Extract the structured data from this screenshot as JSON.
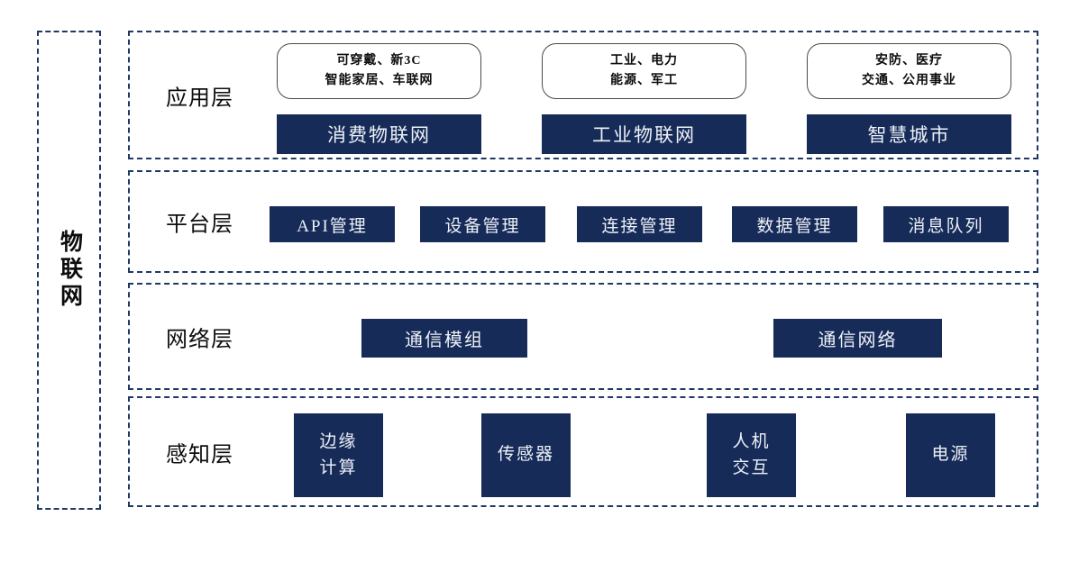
{
  "diagram": {
    "title": "物联网",
    "colors": {
      "navy_box": "#172b58",
      "dashed_border": "#1f3864"
    },
    "layers": [
      {
        "label": "应用层",
        "columns": [
          {
            "tag_line1": "可穿戴、新3C",
            "tag_line2": "智能家居、车联网",
            "box": "消费物联网"
          },
          {
            "tag_line1": "工业、电力",
            "tag_line2": "能源、军工",
            "box": "工业物联网"
          },
          {
            "tag_line1": "安防、医疗",
            "tag_line2": "交通、公用事业",
            "box": "智慧城市"
          }
        ]
      },
      {
        "label": "平台层",
        "boxes": [
          "API管理",
          "设备管理",
          "连接管理",
          "数据管理",
          "消息队列"
        ]
      },
      {
        "label": "网络层",
        "boxes": [
          "通信模组",
          "通信网络"
        ]
      },
      {
        "label": "感知层",
        "boxes": [
          "边缘\n计算",
          "传感器",
          "人机\n交互",
          "电源"
        ]
      }
    ]
  }
}
